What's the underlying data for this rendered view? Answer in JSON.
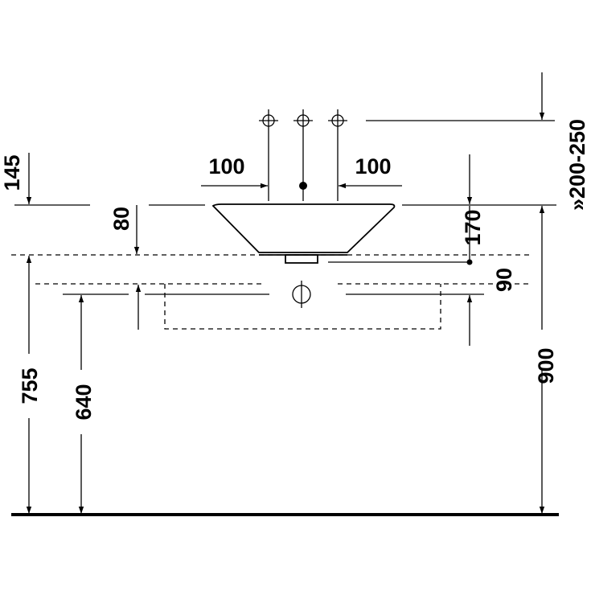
{
  "dimensions": {
    "tap_spacing_left": "100",
    "tap_spacing_right": "100",
    "basin_height_vertical": "145",
    "basin_depth": "80",
    "tap_above_basin": "170",
    "waste_depth": "90",
    "wall_tap_height": "»200-250",
    "rim_height": "900",
    "countertop_height": "755",
    "cabinet_bottom_height": "640"
  },
  "colors": {
    "line": "#000000",
    "background": "#ffffff"
  }
}
